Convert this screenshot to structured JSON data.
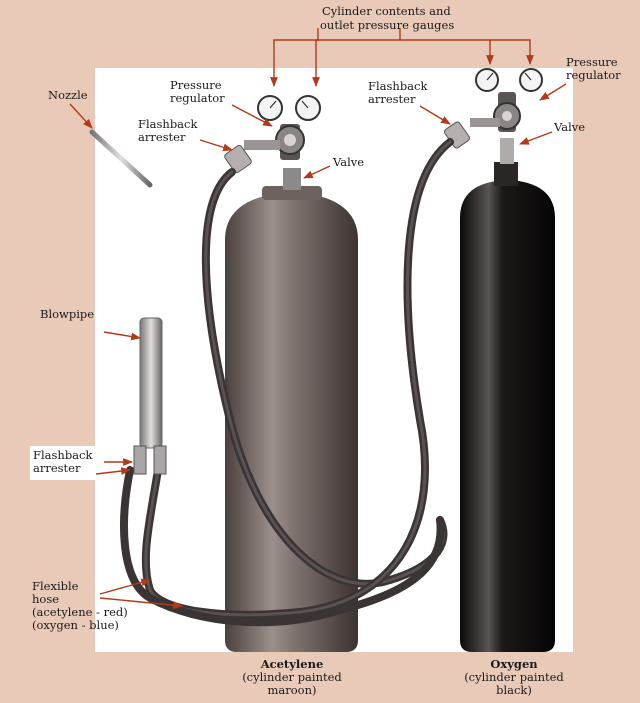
{
  "labels": {
    "gauges_line1": "Cylinder contents and",
    "gauges_line2": "outlet pressure gauges",
    "nozzle": "Nozzle",
    "pressure_regulator_left_1": "Pressure",
    "pressure_regulator_left_2": "regulator",
    "flashback_left_1": "Flashback",
    "flashback_left_2": "arrester",
    "valve_left": "Valve",
    "flashback_right_1": "Flashback",
    "flashback_right_2": "arrester",
    "pressure_regulator_right_1": "Pressure",
    "pressure_regulator_right_2": "regulator",
    "valve_right": "Valve",
    "blowpipe": "Blowpipe",
    "flashback_blowpipe_1": "Flashback",
    "flashback_blowpipe_2": "arrester",
    "hose_1": "Flexible",
    "hose_2": "hose",
    "hose_3": "(acetylene - red)",
    "hose_4": "(oxygen - blue)",
    "acetylene_title": "Acetylene",
    "acetylene_sub1": "(cylinder painted",
    "acetylene_sub2": "maroon)",
    "oxygen_title": "Oxygen",
    "oxygen_sub1": "(cylinder painted",
    "oxygen_sub2": "black)"
  },
  "colors": {
    "background": "#e9c9b8",
    "panel": "#ffffff",
    "acetylene_cylinder": "#6e625e",
    "oxygen_cylinder": "#141010",
    "hose": "#3a3434",
    "arrow": "#b23a17"
  }
}
